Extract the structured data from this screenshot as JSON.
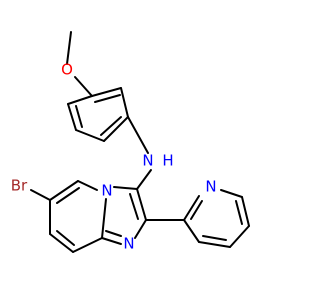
{
  "molecule": {
    "atoms": {
      "oxygen": {
        "symbol": "O",
        "color": "#ff0000"
      },
      "amine_n": {
        "symbol": "N",
        "color": "#0000ff"
      },
      "amine_h": {
        "symbol": "H",
        "color": "#0000ff"
      },
      "bromine": {
        "symbol": "Br",
        "color": "#a52a2a"
      },
      "bridge_n": {
        "symbol": "N",
        "color": "#0000ff"
      },
      "imidazole_n": {
        "symbol": "N",
        "color": "#0000ff"
      },
      "pyridine_n": {
        "symbol": "N",
        "color": "#0000ff"
      }
    },
    "bond_color": "#000000"
  }
}
